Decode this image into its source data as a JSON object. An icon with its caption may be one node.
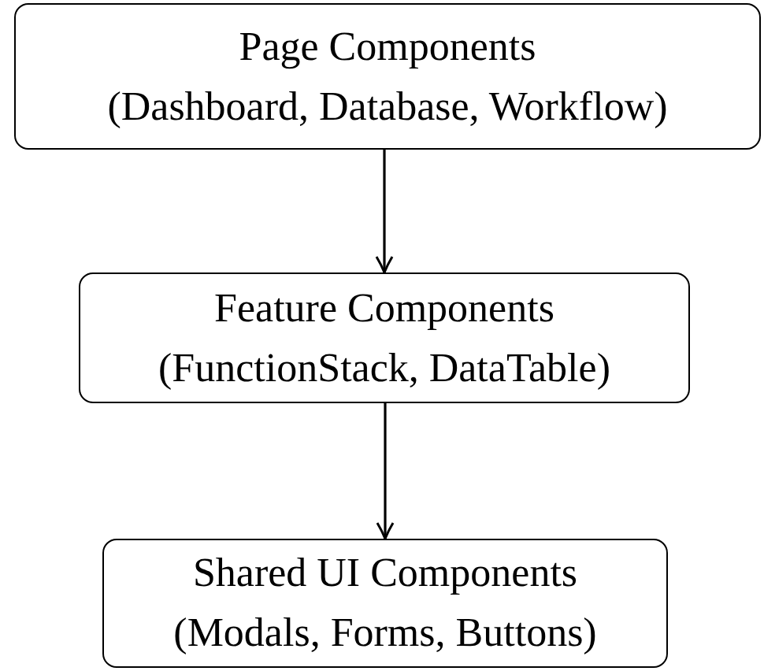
{
  "diagram": {
    "nodes": [
      {
        "text": [
          "Page Components",
          "(Dashboard, Database, Workflow)"
        ]
      },
      {
        "text": [
          "Feature Components",
          "(FunctionStack, DataTable)"
        ]
      },
      {
        "text": [
          "Shared UI Components",
          "(Modals, Forms, Buttons)"
        ]
      }
    ],
    "edges": [
      {
        "from": 0,
        "to": 1,
        "arrow": "to"
      },
      {
        "from": 1,
        "to": 2,
        "arrow": "to"
      }
    ]
  }
}
